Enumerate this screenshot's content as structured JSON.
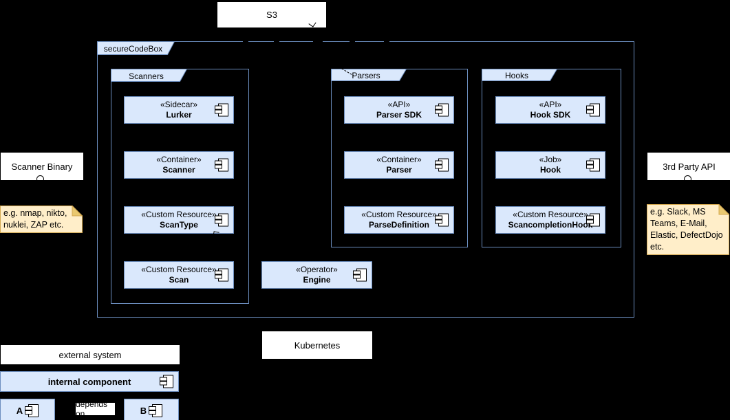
{
  "colors": {
    "background": "#000000",
    "component_fill": "#dae8fc",
    "component_border": "#6c8ebf",
    "note_fill": "#ffeec9",
    "note_fold": "#e9c86f",
    "note_border": "#d3a850",
    "external_box_fill": "#ffffff",
    "text": "#000000"
  },
  "nodes": {
    "s3": "S3",
    "scanner_binary": "Scanner Binary",
    "third_party_api": "3rd Party API",
    "kubernetes": "Kubernetes"
  },
  "root_package": {
    "label": "secureCodeBox"
  },
  "packages": {
    "scanners": {
      "label": "Scanners",
      "components": [
        {
          "stereotype": "«Sidecar»",
          "name": "Lurker"
        },
        {
          "stereotype": "«Container»",
          "name": "Scanner"
        },
        {
          "stereotype": "«Custom Resource»",
          "name": "ScanType"
        },
        {
          "stereotype": "«Custom Resource»",
          "name": "Scan"
        }
      ]
    },
    "parsers": {
      "label": "Parsers",
      "components": [
        {
          "stereotype": "«API»",
          "name": "Parser SDK"
        },
        {
          "stereotype": "«Container»",
          "name": "Parser"
        },
        {
          "stereotype": "«Custom Resource»",
          "name": "ParseDefinition"
        }
      ]
    },
    "hooks": {
      "label": "Hooks",
      "components": [
        {
          "stereotype": "«API»",
          "name": "Hook SDK"
        },
        {
          "stereotype": "«Job»",
          "name": "Hook"
        },
        {
          "stereotype": "«Custom Resource»",
          "name": "ScancompletionHook"
        }
      ]
    }
  },
  "engine": {
    "stereotype": "«Operator»",
    "name": "Engine"
  },
  "notes": {
    "scanner_examples": "e.g. nmap, nikto, nuklei, ZAP etc.",
    "hook_examples": "e.g. Slack, MS Teams, E-Mail, Elastic, DefectDojo etc."
  },
  "legend": {
    "external_system": "external system",
    "internal_component": "internal component",
    "a": "A",
    "b": "B",
    "depends_on": "depends on"
  }
}
